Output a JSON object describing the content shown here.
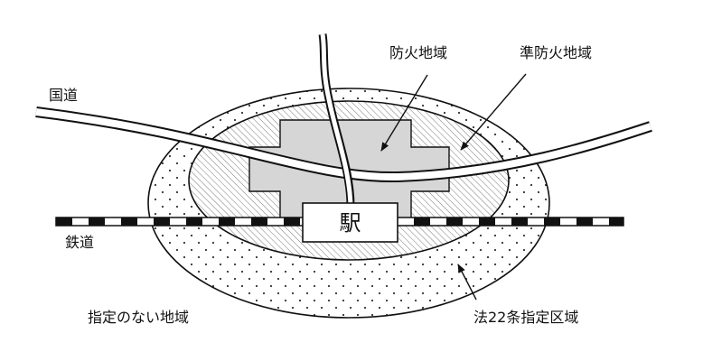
{
  "labels": {
    "fire_prevention_zone": "防火地域",
    "quasi_fire_prevention_zone": "準防火地域",
    "national_road": "国道",
    "railway": "鉄道",
    "station": "駅",
    "undesignated_area": "指定のない地域",
    "article22_zone": "法22条指定区域"
  },
  "colors": {
    "line": "#111111",
    "fire_zone_fill": "#d6d6d6",
    "hatch": "#7a7a7a",
    "dot": "#333333",
    "background": "#ffffff"
  }
}
